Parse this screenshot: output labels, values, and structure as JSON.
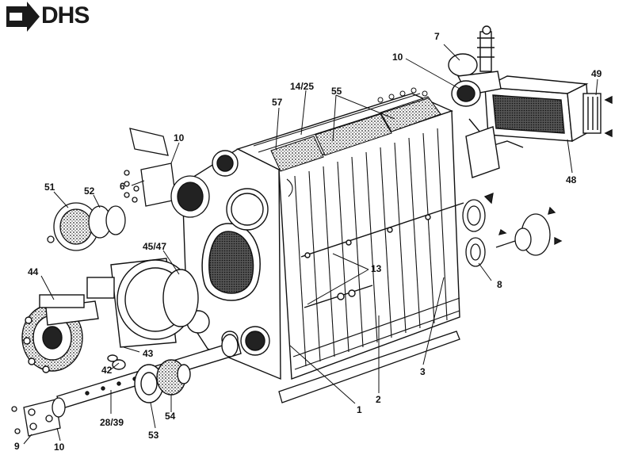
{
  "brand": {
    "name": "DHS"
  },
  "diagram": {
    "callouts": [
      {
        "id": "c1",
        "label": "1"
      },
      {
        "id": "c2",
        "label": "2"
      },
      {
        "id": "c3",
        "label": "3"
      },
      {
        "id": "c6",
        "label": "6"
      },
      {
        "id": "c7",
        "label": "7"
      },
      {
        "id": "c8",
        "label": "8"
      },
      {
        "id": "c9",
        "label": "9"
      },
      {
        "id": "c10a",
        "label": "10"
      },
      {
        "id": "c10b",
        "label": "10"
      },
      {
        "id": "c10c",
        "label": "10"
      },
      {
        "id": "c13",
        "label": "13"
      },
      {
        "id": "c14_25",
        "label": "14/25"
      },
      {
        "id": "c28_39",
        "label": "28/39"
      },
      {
        "id": "c42",
        "label": "42"
      },
      {
        "id": "c43",
        "label": "43"
      },
      {
        "id": "c44",
        "label": "44"
      },
      {
        "id": "c45_47",
        "label": "45/47"
      },
      {
        "id": "c48",
        "label": "48"
      },
      {
        "id": "c49",
        "label": "49"
      },
      {
        "id": "c51",
        "label": "51"
      },
      {
        "id": "c52",
        "label": "52"
      },
      {
        "id": "c53",
        "label": "53"
      },
      {
        "id": "c54",
        "label": "54"
      },
      {
        "id": "c55",
        "label": "55"
      },
      {
        "id": "c57",
        "label": "57"
      }
    ]
  }
}
